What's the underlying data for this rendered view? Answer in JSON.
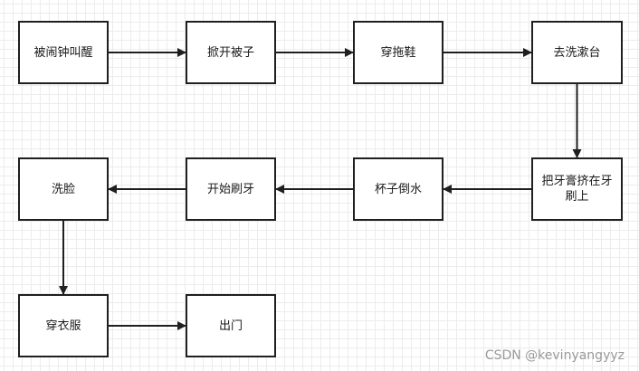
{
  "nodes": {
    "wake": "被闹钟叫醒",
    "uncover": "掀开被子",
    "slippers": "穿拖鞋",
    "sink": "去洗漱台",
    "toothpaste": "把牙膏挤在牙刷上",
    "water": "杯子倒水",
    "brush": "开始刷牙",
    "face": "洗脸",
    "dress": "穿衣服",
    "leave": "出门"
  },
  "edges": [
    [
      "wake",
      "uncover"
    ],
    [
      "uncover",
      "slippers"
    ],
    [
      "slippers",
      "sink"
    ],
    [
      "sink",
      "toothpaste"
    ],
    [
      "toothpaste",
      "water"
    ],
    [
      "water",
      "brush"
    ],
    [
      "brush",
      "face"
    ],
    [
      "face",
      "dress"
    ],
    [
      "dress",
      "leave"
    ]
  ],
  "watermark": "CSDN @kevinyangyyz",
  "colors": {
    "stroke": "#1f1f1f",
    "grid": "#ececec",
    "watermark": "#9a9a9a"
  }
}
